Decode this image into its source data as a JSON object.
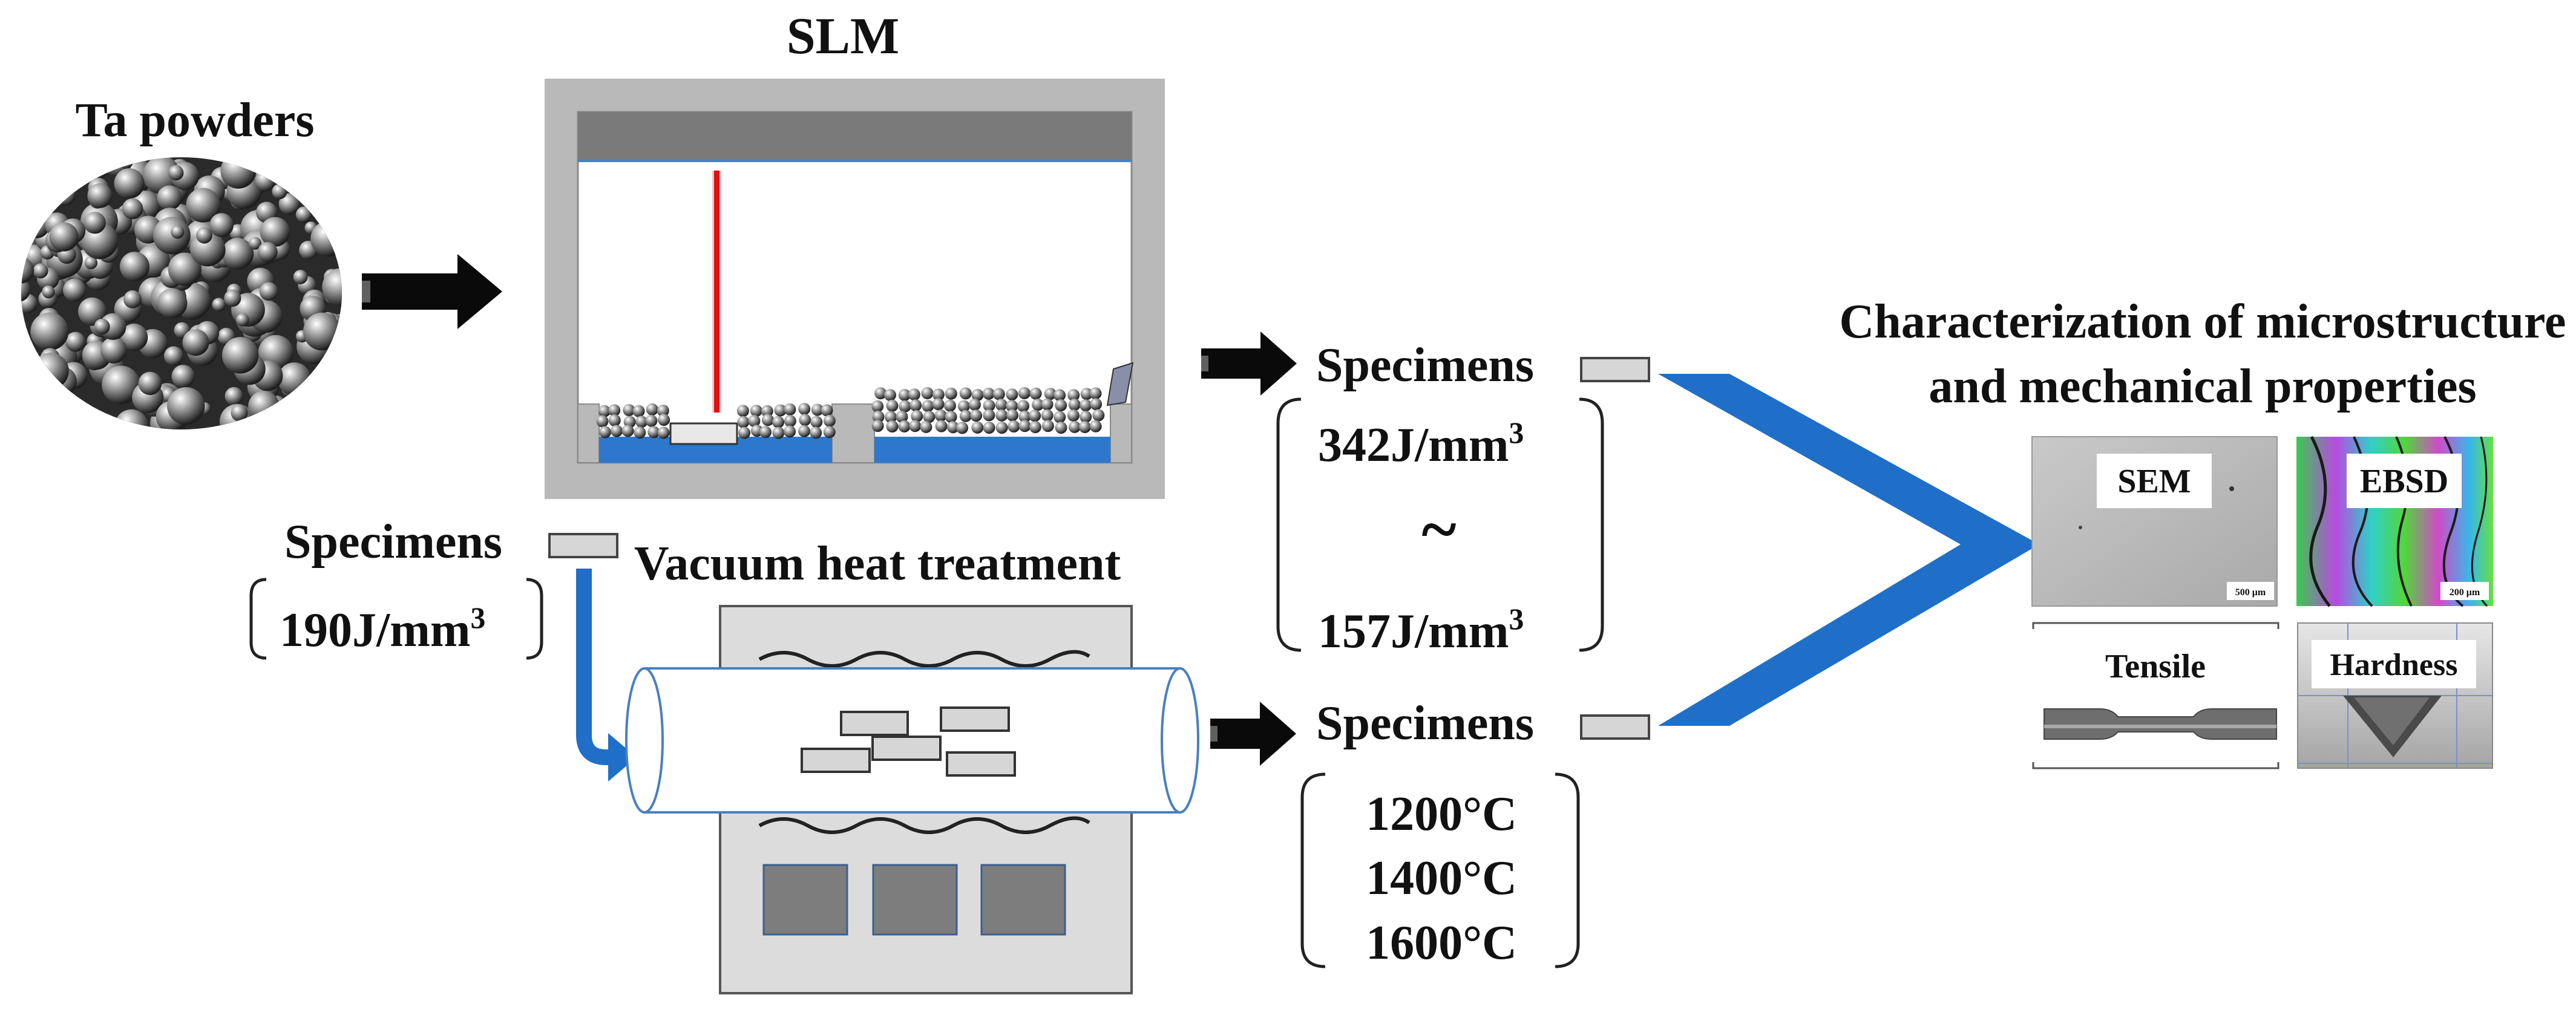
{
  "labels": {
    "ta_powders": "Ta powders",
    "slm": "SLM",
    "specimens_slm": "Specimens",
    "energy_high": "342J/mm",
    "energy_tilde": "~",
    "energy_low": "157J/mm",
    "specimens_left": "Specimens",
    "energy_left": "190J/mm",
    "superscript_3": "3",
    "vacuum_heat_treatment": "Vacuum heat treatment",
    "specimens_heat": "Specimens",
    "temp_1": "1200°C",
    "temp_2": "1400°C",
    "temp_3": "1600°C",
    "characterization_line1": "Characterization of microstructure",
    "characterization_line2": "and mechanical properties",
    "sem": "SEM",
    "ebsd": "EBSD",
    "tensile": "Tensile",
    "hardness": "Hardness",
    "scale_sem": "500 μm",
    "scale_ebsd": "200 μm"
  },
  "colors": {
    "arrow_black": "#0a0a0a",
    "flow_blue": "#1f6fc8",
    "chamber_gray": "#b9b9b9",
    "chamber_top": "#7a7a7a",
    "laser_red": "#e01010",
    "platform_blue": "#2d78cc",
    "furnace_gray": "#dcdcdc",
    "furnace_block": "#7d7d7d"
  }
}
